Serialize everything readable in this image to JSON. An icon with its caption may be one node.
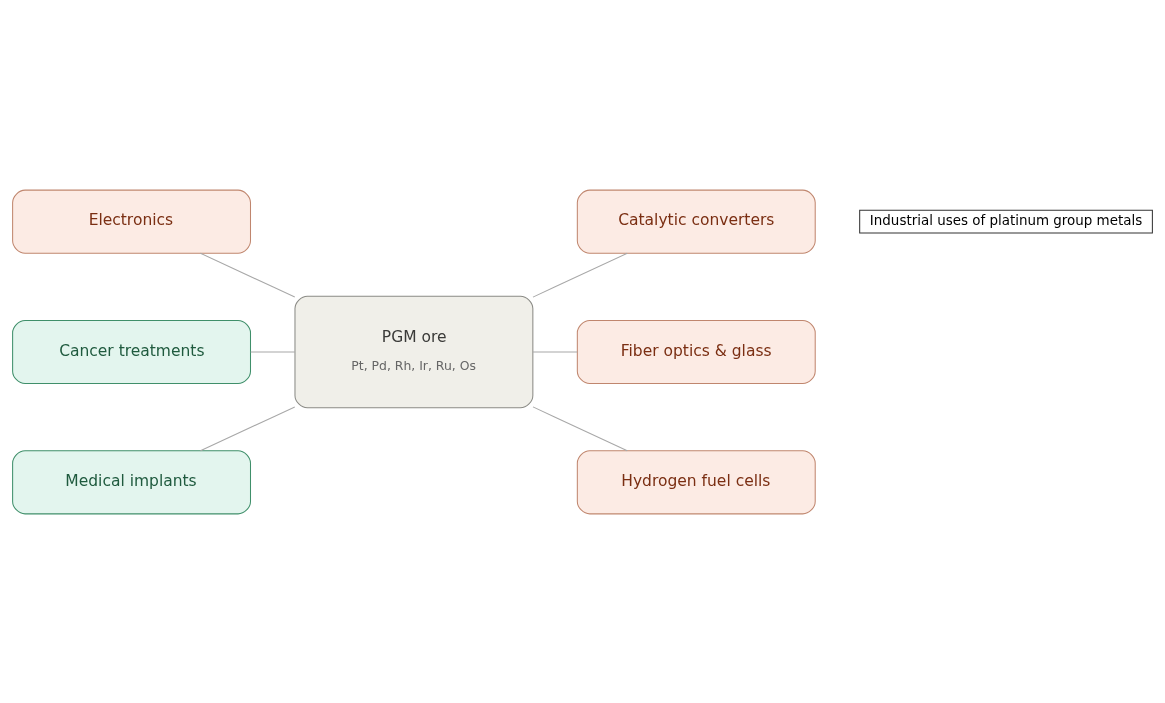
{
  "diagram": {
    "nodes": [
      {
        "text": [
          "Electronics"
        ]
      },
      {
        "text": [
          "Catalytic converters"
        ]
      },
      {
        "text": [
          "PGM ore",
          "Pt, Pd, Rh, Ir, Ru, Os"
        ]
      },
      {
        "text": [
          "Cancer treatments"
        ]
      },
      {
        "text": [
          "Fiber optics & glass"
        ]
      },
      {
        "text": [
          "Medical implants"
        ]
      },
      {
        "text": [
          "Hydrogen fuel cells"
        ]
      }
    ],
    "edges": [
      {
        "from": 2,
        "to": 0,
        "arrow": "none"
      },
      {
        "from": 2,
        "to": 1,
        "arrow": "none"
      },
      {
        "from": 2,
        "to": 3,
        "arrow": "none"
      },
      {
        "from": 2,
        "to": 4,
        "arrow": "none"
      },
      {
        "from": 2,
        "to": 5,
        "arrow": "none"
      },
      {
        "from": 2,
        "to": 6,
        "arrow": "none"
      }
    ],
    "labels": [
      "Industrial uses of platinum group metals"
    ]
  }
}
